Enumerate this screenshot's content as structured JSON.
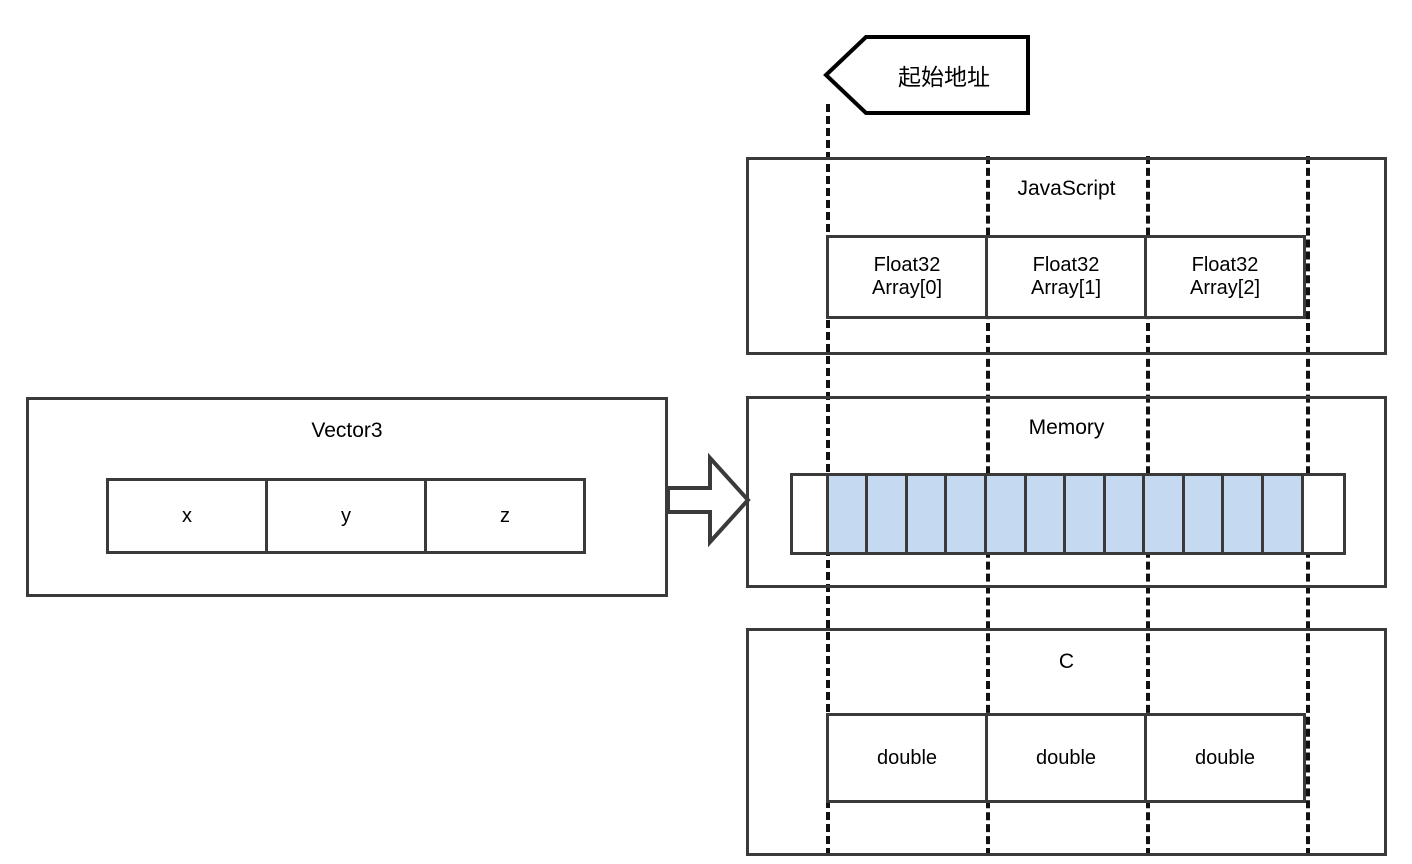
{
  "diagram": {
    "title_semantics": "memory-layout-of-vector3-across-javascript-and-c",
    "callout": {
      "label": "起始地址",
      "icon": "left-pointing-tag"
    },
    "left_panel": {
      "title": "Vector3",
      "cells": [
        {
          "label": "x"
        },
        {
          "label": "y"
        },
        {
          "label": "z"
        }
      ]
    },
    "arrow": {
      "icon": "right-block-arrow",
      "direction": "right"
    },
    "js_panel": {
      "title": "JavaScript",
      "cells": [
        {
          "label": "Float32\nArray[0]"
        },
        {
          "label": "Float32\nArray[1]"
        },
        {
          "label": "Float32\nArray[2]"
        }
      ]
    },
    "memory_panel": {
      "title": "Memory",
      "bytes": [
        {
          "filled": false
        },
        {
          "filled": true
        },
        {
          "filled": true
        },
        {
          "filled": true
        },
        {
          "filled": true
        },
        {
          "filled": true
        },
        {
          "filled": true
        },
        {
          "filled": true
        },
        {
          "filled": true
        },
        {
          "filled": true
        },
        {
          "filled": true
        },
        {
          "filled": true
        },
        {
          "filled": true
        },
        {
          "filled": false
        }
      ],
      "filled_count": 12,
      "empty_count": 2
    },
    "c_panel": {
      "title": "C",
      "cells": [
        {
          "label": "double"
        },
        {
          "label": "double"
        },
        {
          "label": "double"
        }
      ]
    },
    "guides": [
      {
        "name": "guide-start-address"
      },
      {
        "name": "guide-element-1"
      },
      {
        "name": "guide-element-2"
      },
      {
        "name": "guide-end"
      }
    ],
    "colors": {
      "stroke": "#3a3a3a",
      "guide": "#111111",
      "memory_fill": "#c5d9f1",
      "background": "#ffffff"
    }
  }
}
